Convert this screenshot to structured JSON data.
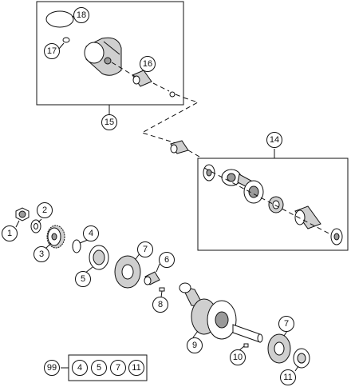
{
  "callouts": [
    {
      "label": "1"
    },
    {
      "label": "2"
    },
    {
      "label": "3"
    },
    {
      "label": "4"
    },
    {
      "label": "5"
    },
    {
      "label": "6"
    },
    {
      "label": "7"
    },
    {
      "label": "7"
    },
    {
      "label": "8"
    },
    {
      "label": "9"
    },
    {
      "label": "10"
    },
    {
      "label": "11"
    },
    {
      "label": "14"
    },
    {
      "label": "15"
    },
    {
      "label": "16"
    },
    {
      "label": "17"
    },
    {
      "label": "18"
    }
  ],
  "kit": {
    "label": "99",
    "items": [
      "4",
      "5",
      "7",
      "11"
    ]
  }
}
